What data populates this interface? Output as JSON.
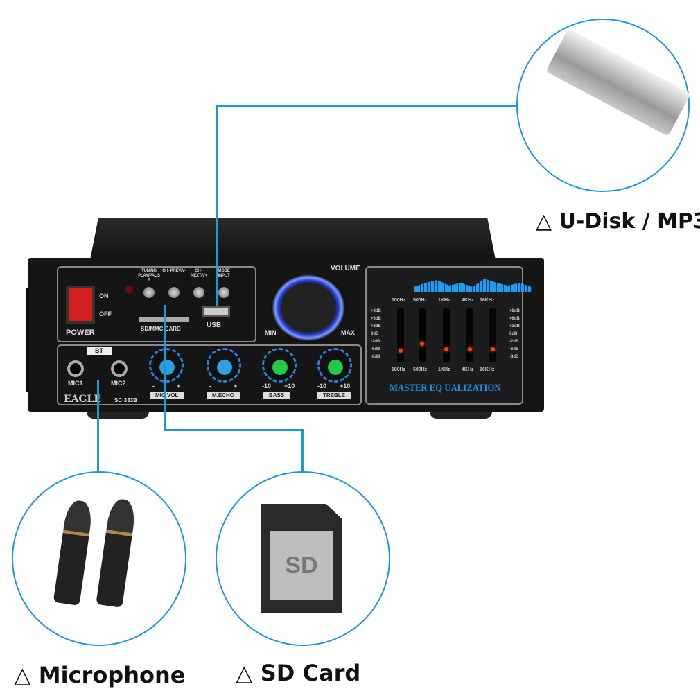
{
  "captions": {
    "udisk": "△ U-Disk / MP3",
    "microphone": "△ Microphone",
    "sdcard": "△ SD Card"
  },
  "sd_card_label": "SD",
  "amplifier": {
    "brand": "EAGLE",
    "model": "SC-333B",
    "power": {
      "label": "POWER",
      "on": "ON",
      "off": "OFF"
    },
    "buttons": [
      "TUNING PLAY/PAUSE",
      "CH- PREV/V-",
      "CH+ NEXT/V+",
      "MODE INPUT"
    ],
    "card_slot": "SD/MMC CARD",
    "usb": "USB",
    "volume": {
      "label": "VOLUME",
      "min": "MIN",
      "max": "MAX"
    },
    "bt": "BT",
    "mic1": "MIC1",
    "mic2": "MIC2",
    "knobs": [
      {
        "label": "MIC VOL",
        "min": "-",
        "max": "+",
        "color": "#2aa0e0"
      },
      {
        "label": "M.ECHO",
        "min": "-",
        "max": "+",
        "color": "#2aa0e0"
      },
      {
        "label": "BASS",
        "min": "-10",
        "max": "+10",
        "color": "#22c84a"
      },
      {
        "label": "TREBLE",
        "min": "-10",
        "max": "+10",
        "color": "#22c84a"
      }
    ],
    "eq": {
      "title": "MASTER EQ UALIZATION",
      "bands": [
        "100Hz",
        "500Hz",
        "1KHz",
        "4KHz",
        "16KHz"
      ],
      "scale": [
        "+8dB",
        "+6dB",
        "+2dB",
        "0dB",
        "-2dB",
        "-6dB",
        "-8dB"
      ]
    }
  },
  "colors": {
    "accent": "#1b9ad6"
  }
}
